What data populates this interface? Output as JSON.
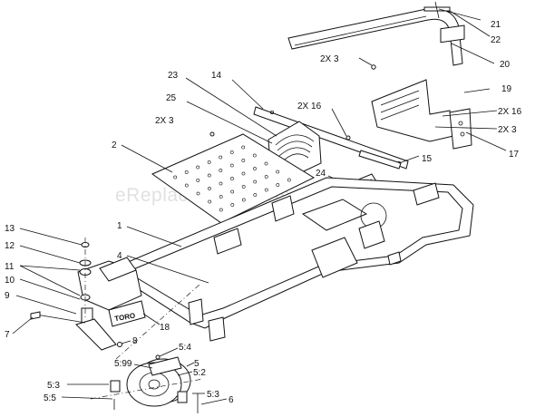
{
  "watermark": "eReplacementParts.com",
  "badge_text": "TORO",
  "callouts": {
    "c21": "21",
    "c22": "22",
    "c20": "20",
    "c2x3_top": "2X 3",
    "c19": "19",
    "c2x16_right": "2X 16",
    "c2x3_right": "2X 3",
    "c17": "17",
    "c23": "23",
    "c14": "14",
    "c25": "25",
    "c2x16_mid": "2X 16",
    "c2x3_left": "2X 3",
    "c15": "15",
    "c2": "2",
    "c24": "24",
    "c13": "13",
    "c12": "12",
    "c1": "1",
    "c11": "11",
    "c4": "4",
    "c10": "10",
    "c9": "9",
    "c7": "7",
    "c18": "18",
    "c8": "8",
    "c54": "5:4",
    "c599": "5:99",
    "c5": "5",
    "c52": "5:2",
    "c53_left": "5:3",
    "c53_right": "5:3",
    "c55": "5:5",
    "c6": "6"
  }
}
